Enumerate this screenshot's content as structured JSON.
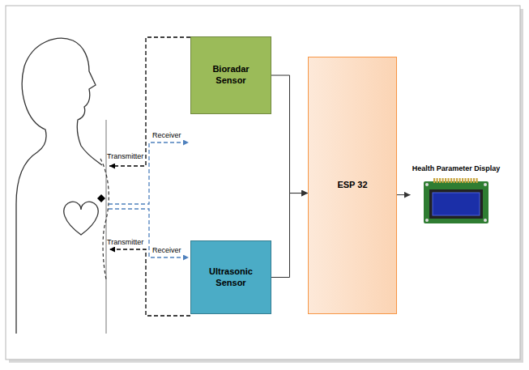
{
  "diagram": {
    "nodes": [
      {
        "text": [
          "Bioradar Sensor"
        ]
      },
      {
        "text": [
          "Ultrasonic Sensor"
        ]
      },
      {
        "text": [
          "ESP 32"
        ]
      },
      {
        "text": [
          "Health Parameter Display"
        ]
      }
    ],
    "edges": [
      {
        "from": 0,
        "to": 2,
        "arrow": "to"
      },
      {
        "from": 1,
        "to": 2,
        "arrow": "to"
      },
      {
        "from": 2,
        "to": 3,
        "arrow": "to"
      }
    ],
    "labels": [
      "Receiver",
      "Transmitter",
      "Transmitter",
      "Receiver"
    ]
  }
}
